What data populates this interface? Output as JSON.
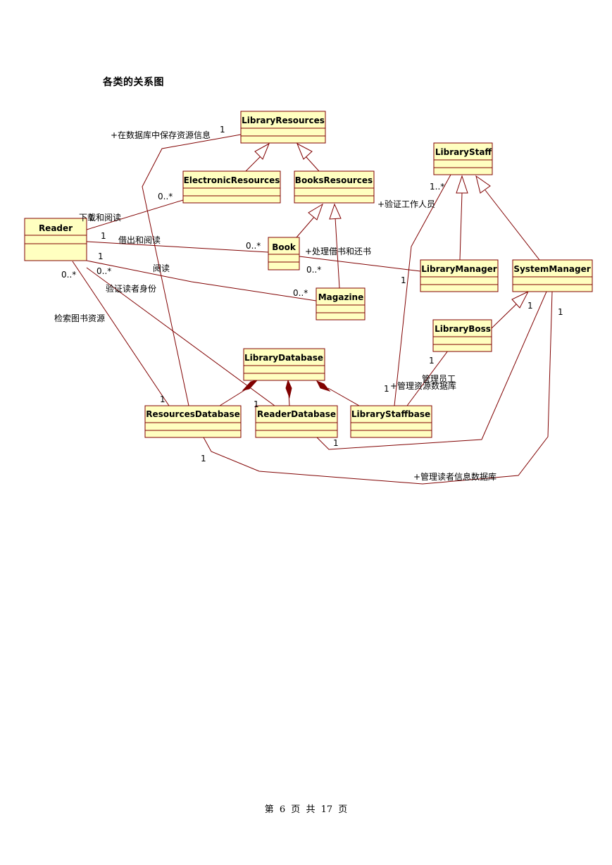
{
  "section_title": "各类的关系图",
  "colors": {
    "class_fill": "#ffffc0",
    "line": "#800000",
    "composition_head": "#800000"
  },
  "classes": {
    "LibraryResources": "LibraryResources",
    "ElectronicResources": "ElectronicResources",
    "BooksResources": "BooksResources",
    "Reader": "Reader",
    "Book": "Book",
    "Magazine": "Magazine",
    "LibraryStaff": "LibraryStaff",
    "LibraryManager": "LibraryManager",
    "SystemManager": "SystemManager",
    "LibraryBoss": "LibraryBoss",
    "LibraryDatabase": "LibraryDatabase",
    "ResourcesDatabase": "ResourcesDatabase",
    "ReaderDatabase": "ReaderDatabase",
    "LibraryStaffbase": "LibraryStaffbase"
  },
  "labels": {
    "save_resources": "+在数据库中保存资源信息",
    "download_read": "下载和阅读",
    "borrow_read": "借出和阅读",
    "read": "阅读",
    "verify_reader": "验证读者身份",
    "search_resources": "检索图书资源",
    "verify_staff": "+验证工作人员",
    "handle_borrow": "+处理借书和还书",
    "manage_staff": "管理员工",
    "manage_resources_db": "+管理资源数据库",
    "manage_reader_db": "+管理读者信息数据库"
  },
  "multiplicities": {
    "one": "1",
    "many": "0..*",
    "one_many": "1..*"
  },
  "footer": {
    "prefix": "第",
    "page": "6",
    "mid1": "页",
    "mid2": "共",
    "total": "17",
    "suffix": "页"
  }
}
